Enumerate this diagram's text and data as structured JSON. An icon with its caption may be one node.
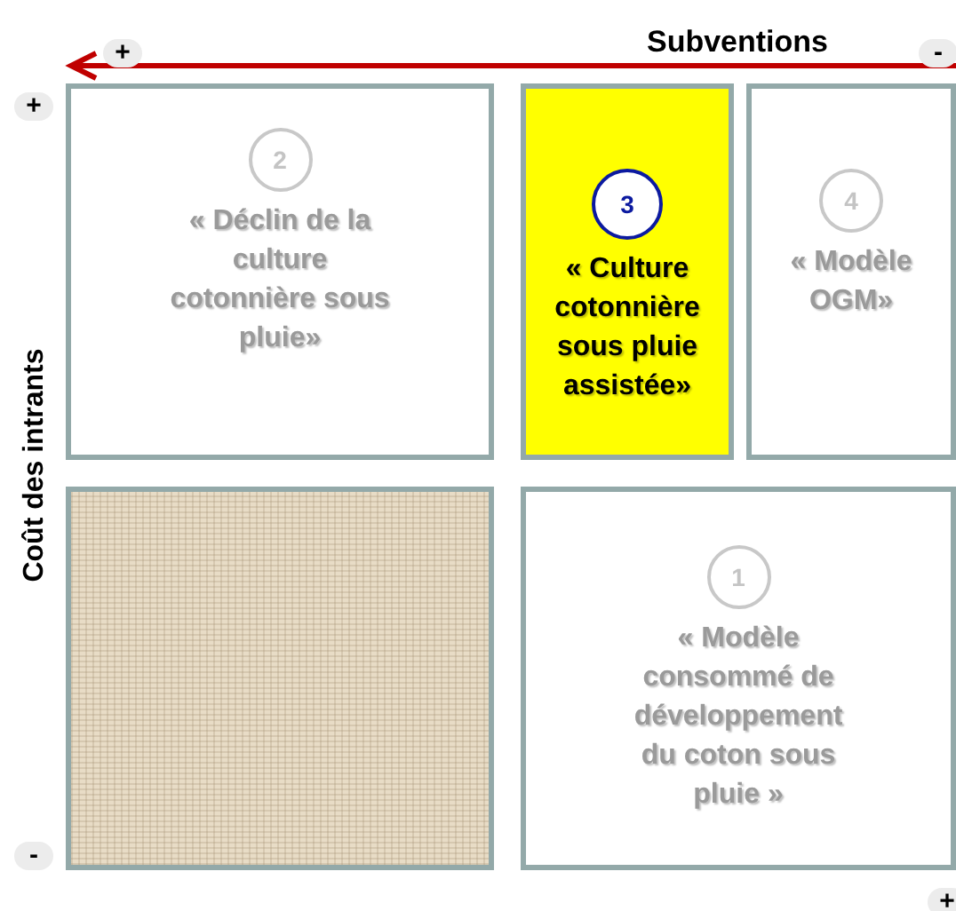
{
  "diagram": {
    "nodes": [
      {
        "text": [
          "« Déclin de la culture cotonnière sous pluie»"
        ]
      },
      {
        "text": [
          "2"
        ],
        "in": 0
      },
      {
        "text": [
          "«  Culture cotonnière sous pluie assistée»"
        ]
      },
      {
        "text": [
          "3"
        ],
        "in": 2
      },
      {
        "text": [
          "« Modèle OGM»"
        ]
      },
      {
        "text": [
          "4"
        ],
        "in": 4
      },
      {
        "text": [],
        "shape": "box"
      },
      {
        "text": [
          "« Modèle consommé de développement du coton sous pluie »"
        ]
      },
      {
        "text": [
          "1"
        ],
        "in": 7
      }
    ],
    "edges": [],
    "labels": [
      "+",
      "Subventions",
      "-",
      "+",
      "Coût des intrants",
      "-",
      "+"
    ]
  }
}
